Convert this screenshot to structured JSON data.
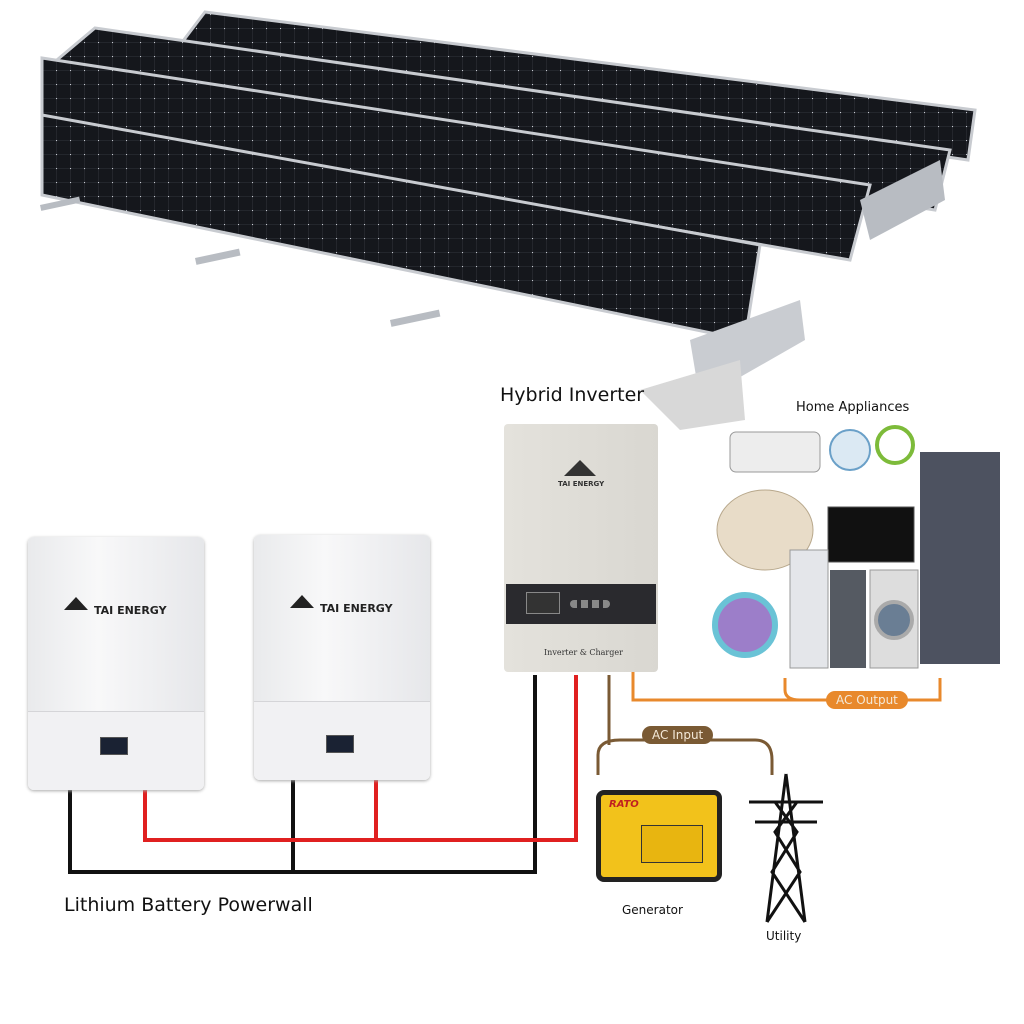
{
  "labels": {
    "inverter": "Hybrid Inverter",
    "appliances": "Home Appliances",
    "battery": "Lithium Battery Powerwall",
    "ac_output": "AC Output",
    "ac_input": "AC Input",
    "generator": "Generator",
    "utility": "Utility"
  },
  "battery_brand": "TAI ENERGY",
  "inverter_brand": "TAI ENERGY",
  "inverter_caption": "Inverter & Charger",
  "generator_brand": "RATO",
  "colors": {
    "ac_output": "#e8892c",
    "ac_input": "#7a5a34",
    "positive_wire": "#e02020",
    "negative_wire": "#111111",
    "panel": "#15171c"
  }
}
